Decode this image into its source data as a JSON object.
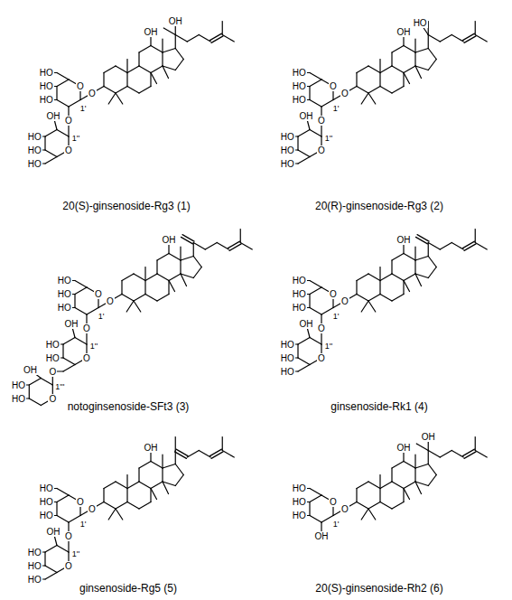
{
  "diagram": {
    "labels": [
      "OH",
      "OH",
      "O",
      "HO",
      "HO",
      "HO",
      "O",
      "O",
      "1'",
      "HO",
      "HO",
      "HO",
      "O",
      "OH",
      "1''",
      "20(S)-ginsenoside-Rg3 (1)",
      "OH",
      "HO",
      "O",
      "HO",
      "HO",
      "HO",
      "O",
      "O",
      "1'",
      "HO",
      "HO",
      "HO",
      "O",
      "OH",
      "1''",
      "20(R)-ginsenoside-Rg3 (2)",
      "OH",
      "O",
      "HO",
      "HO",
      "HO",
      "O",
      "O",
      "1'",
      "O",
      "HO",
      "HO",
      "O",
      "OH",
      "1''",
      "HO",
      "HO",
      "O",
      "OH",
      "1'''",
      "notoginsenoside-SFt3 (3)",
      "OH",
      "O",
      "HO",
      "HO",
      "HO",
      "O",
      "O",
      "1'",
      "HO",
      "HO",
      "HO",
      "O",
      "OH",
      "1''",
      "ginsenoside-Rk1 (4)",
      "OH",
      "O",
      "HO",
      "HO",
      "HO",
      "O",
      "O",
      "1'",
      "HO",
      "HO",
      "HO",
      "O",
      "OH",
      "1''",
      "ginsenoside-Rg5 (5)",
      "OH",
      "OH",
      "O",
      "HO",
      "HO",
      "HO",
      "O",
      "OH",
      "1'",
      "20(S)-ginsenoside-Rh2 (6)"
    ]
  }
}
